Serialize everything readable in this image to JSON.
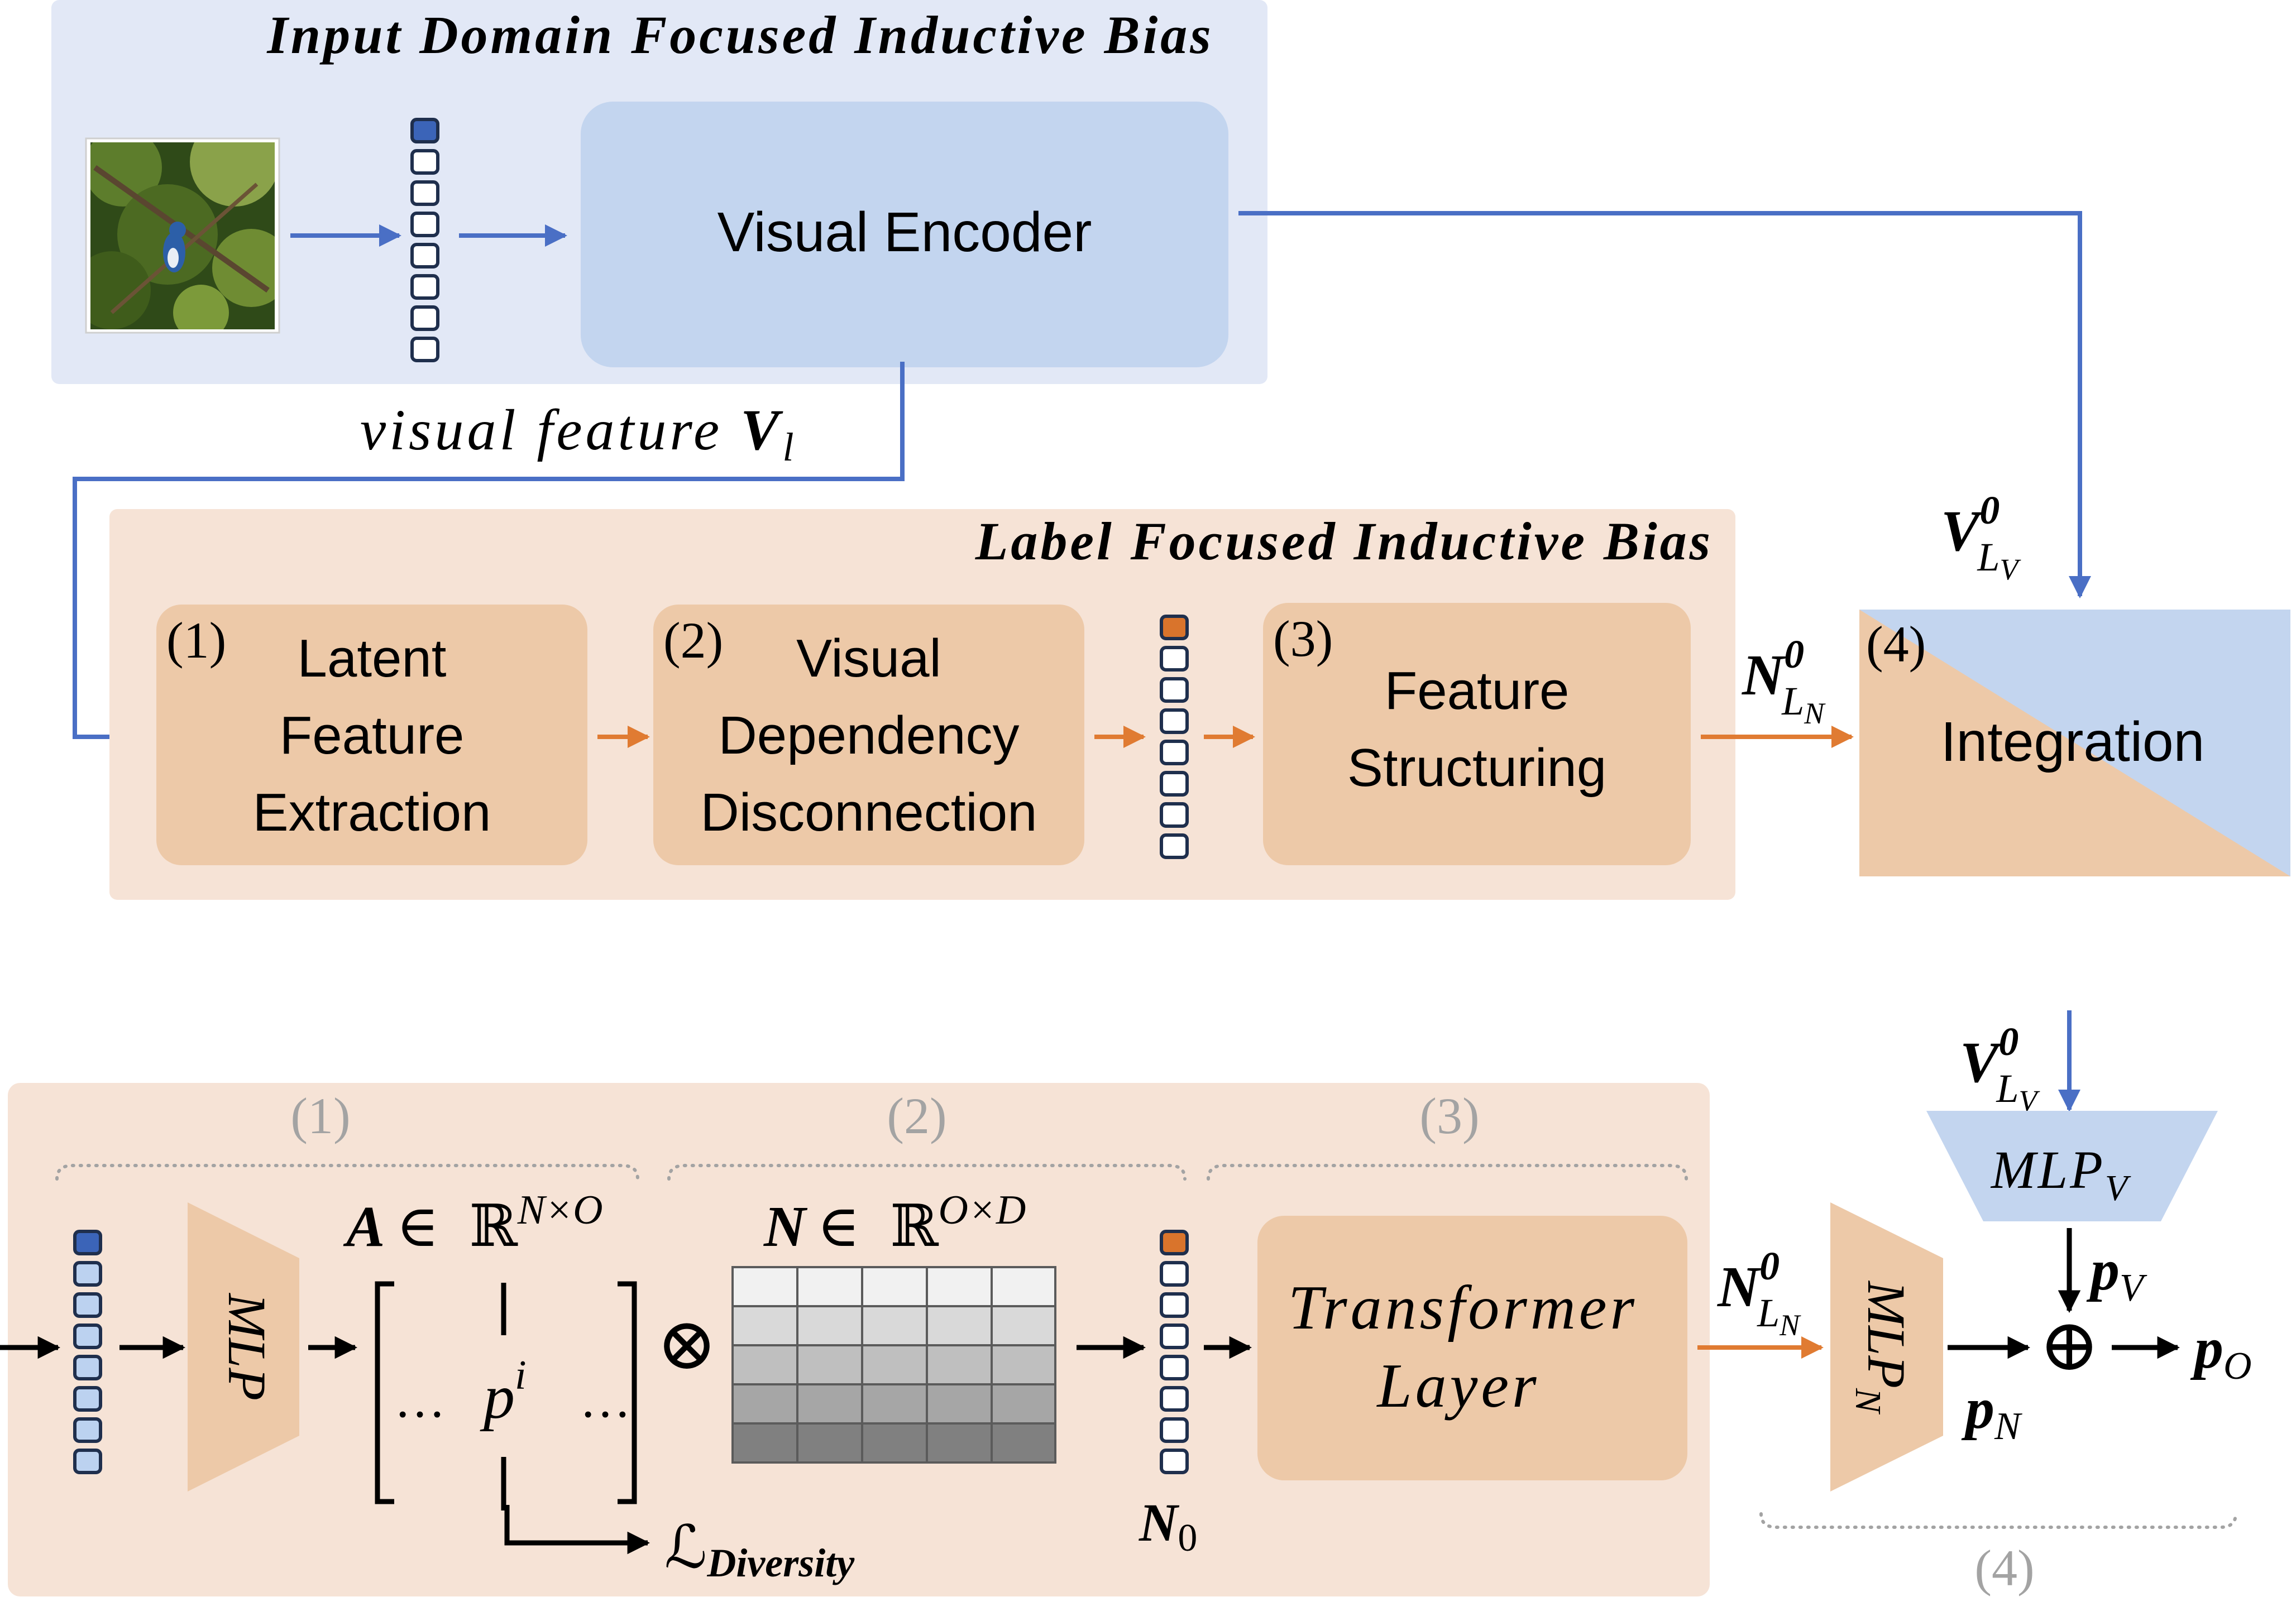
{
  "colors": {
    "blue_panel": "#e2e8f6",
    "blue_box": "#c3d5ef",
    "orange_panel": "#f6e3d6",
    "orange_box": "#edc9a8",
    "blue_arrow": "#4a6fc5",
    "orange_arrow": "#e07b32",
    "dark_blue_token": "#3b64b8",
    "light_blue_token": "#bcd2f0",
    "orange_token": "#d9742c",
    "grey_text": "#a3a3a3"
  },
  "top": {
    "input_panel_title": "Input Domain Focused Inductive Bias",
    "visual_encoder": "Visual Encoder",
    "visual_feature_label": "visual  feature",
    "visual_feature_symbol": "V",
    "visual_feature_sub": "l",
    "label_panel_title": "Label Focused Inductive Bias",
    "steps": [
      {
        "num": "(1)",
        "lines": [
          "Latent",
          "Feature",
          "Extraction"
        ]
      },
      {
        "num": "(2)",
        "lines": [
          "Visual",
          "Dependency",
          "Disconnection"
        ]
      },
      {
        "num": "(3)",
        "lines": [
          "Feature",
          "Structuring"
        ]
      },
      {
        "num": "(4)",
        "lines": [
          "Integration"
        ]
      }
    ],
    "v_label": {
      "base": "V",
      "sup": "0",
      "sub": "L",
      "subsub": "V"
    },
    "n_label": {
      "base": "N",
      "sup": "0",
      "sub": "L",
      "subsub": "N"
    }
  },
  "bottom": {
    "group_labels": [
      "(1)",
      "(2)",
      "(3)",
      "(4)"
    ],
    "mlp": "MLP",
    "a_label": {
      "base": "A",
      "in": "∈",
      "set": "ℝ",
      "sup": "N×O"
    },
    "matrix_col": {
      "dots_left": "…",
      "p": "p",
      "p_sup": "i",
      "dots_right": "…"
    },
    "otimes": "⊗",
    "n_matrix_label": {
      "base": "N",
      "in": "∈",
      "set": "ℝ",
      "sup": "O×D"
    },
    "diversity": {
      "base": "ℒ",
      "sub": "Diversity"
    },
    "n0_label": {
      "base": "N",
      "sub": "0"
    },
    "transformer_lines": [
      "Transformer",
      "Layer"
    ],
    "n_label": {
      "base": "N",
      "sup": "0",
      "sub": "L",
      "subsub": "N"
    },
    "mlp_n": {
      "base": "MLP",
      "sub": "N"
    },
    "mlp_v": {
      "base": "MLP",
      "sub": "V"
    },
    "v_label": {
      "base": "V",
      "sup": "0",
      "sub": "L",
      "subsub": "V"
    },
    "oplus": "⊕",
    "p_v": {
      "base": "p",
      "sub": "V"
    },
    "p_n": {
      "base": "p",
      "sub": "N"
    },
    "p_o": {
      "base": "p",
      "sub": "O"
    }
  }
}
